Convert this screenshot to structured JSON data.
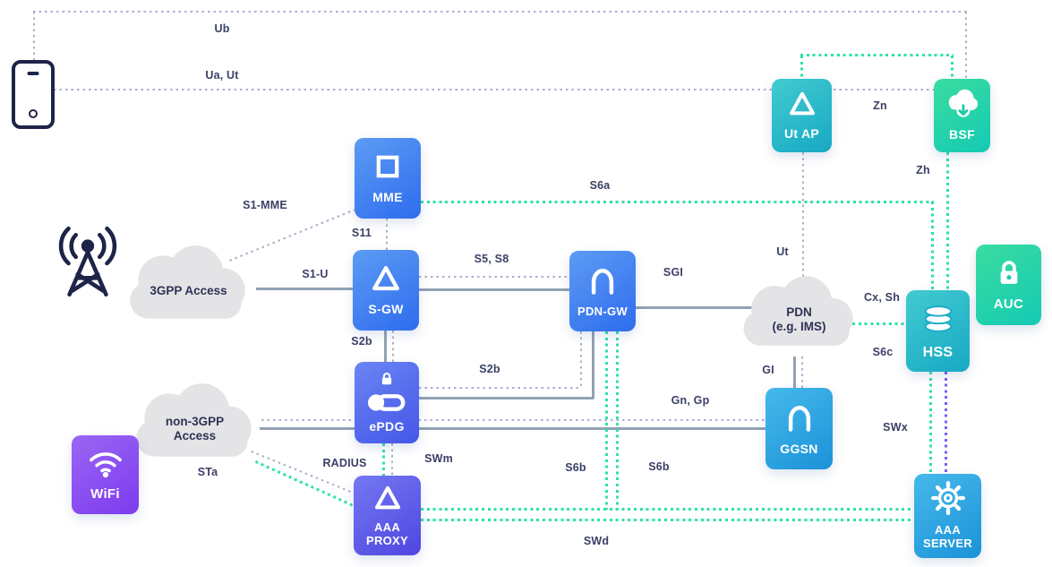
{
  "diagram": {
    "type": "network-architecture",
    "description_visible_elements": "LTE / 3GPP core network diagram with access networks, gateways and AAA infrastructure"
  },
  "nodes": {
    "ut_ap": {
      "label": "Ut AP",
      "icon": "triangle-icon"
    },
    "bsf": {
      "label": "BSF",
      "icon": "cloud-download-icon"
    },
    "mme": {
      "label": "MME",
      "icon": "square-icon"
    },
    "sgw": {
      "label": "S-GW",
      "icon": "triangle-icon"
    },
    "pdn_gw": {
      "label": "PDN-GW",
      "icon": "arch-icon"
    },
    "epdg": {
      "label": "ePDG",
      "icon": "key-lock-icon"
    },
    "ggsn": {
      "label": "GGSN",
      "icon": "arch-icon"
    },
    "hss": {
      "label": "HSS",
      "icon": "database-icon"
    },
    "auc": {
      "label": "AUC",
      "icon": "lock-icon"
    },
    "aaa_proxy": {
      "label": "AAA PROXY",
      "icon": "triangle-icon"
    },
    "aaa_server": {
      "label": "AAA SERVER",
      "icon": "gear-icon"
    },
    "wifi": {
      "label": "WiFi",
      "icon": "wifi-icon"
    }
  },
  "clouds": {
    "access_3gpp": {
      "label": "3GPP Access"
    },
    "access_non3gpp": {
      "label": "non-3GPP Access"
    },
    "pdn": {
      "label_line1": "PDN",
      "label_line2": "(e.g. IMS)"
    }
  },
  "devices": {
    "ue_phone": {
      "icon": "smartphone-icon"
    },
    "antenna": {
      "icon": "radio-tower-icon"
    }
  },
  "interfaces": {
    "ub": "Ub",
    "ua_ut": "Ua, Ut",
    "zn": "Zn",
    "zh": "Zh",
    "s1_mme": "S1-MME",
    "s6a": "S6a",
    "s11": "S11",
    "s5_s8": "S5, S8",
    "s1_u": "S1-U",
    "sgi": "SGI",
    "ut": "Ut",
    "cx_sh": "Cx, Sh",
    "s6c": "S6c",
    "s2b_a": "S2b",
    "s2b_b": "S2b",
    "gi": "GI",
    "gn_gp": "Gn, Gp",
    "radius": "RADIUS",
    "swm": "SWm",
    "s6b_a": "S6b",
    "s6b_b": "S6b",
    "swx": "SWx",
    "sta": "STa",
    "swd": "SWd"
  },
  "colors": {
    "box_blue": "#2e6cee",
    "box_epdg": "#4456e8",
    "box_indigo": "#4f46e0",
    "box_purple": "#7d3bee",
    "box_sky": "#1b92d8",
    "box_teal": "#17a8c4",
    "box_green": "#14c9b4",
    "cloud_gray": "#e4e4e7",
    "line_dotted_navy": "#a8b0c9",
    "line_solid_gray": "#92a2b5",
    "line_dotted_green": "#2ce3a6",
    "line_dotted_purple": "#7e5bf0",
    "label_text": "#3b4066",
    "device_outline": "#1e2448"
  }
}
